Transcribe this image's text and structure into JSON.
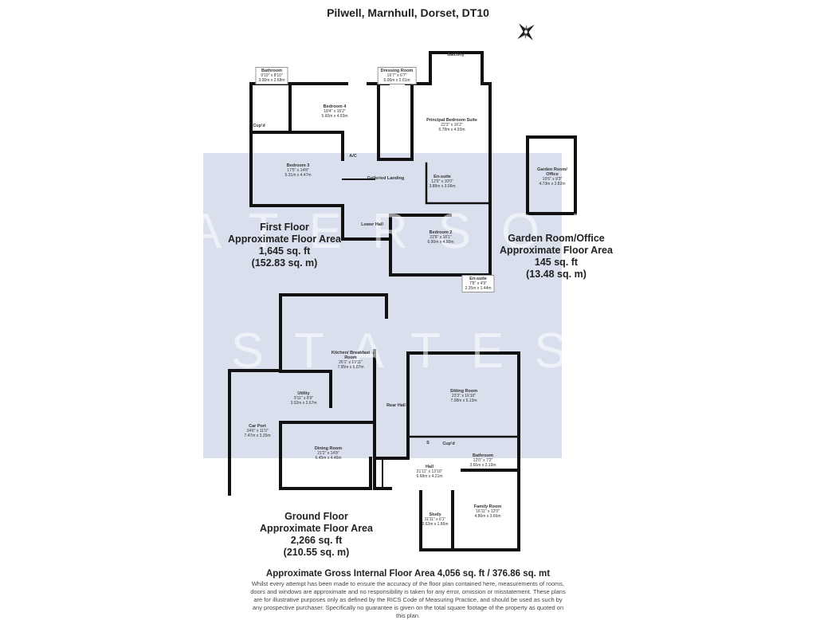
{
  "title": "Pilwell, Marnhull, Dorset, DT10",
  "watermark": {
    "line1": "PATERSON",
    "line2": "ESTATES"
  },
  "colors": {
    "overlay": "#d9dfed",
    "walls": "#111111"
  },
  "compass_icon": "compass-rose-icon",
  "rooms": [
    {
      "name": "Bathroom",
      "imperial": "9'10\" x 8'10\"",
      "metric": "3.00m x 2.68m"
    },
    {
      "name": "Dressing Room",
      "imperial": "16'7\" x 6'7\"",
      "metric": "5.06m x 2.01m"
    },
    {
      "name": "Balcony",
      "imperial": "",
      "metric": ""
    },
    {
      "name": "Bedroom 4",
      "imperial": "18'4\" x 16'2\"",
      "metric": "5.60m x 4.93m"
    },
    {
      "name": "Principal Bedroom Suite",
      "imperial": "22'3\" x 16'2\"",
      "metric": "6.78m x 4.93m"
    },
    {
      "name": "Cup'd",
      "imperial": "",
      "metric": ""
    },
    {
      "name": "Bedroom 3",
      "imperial": "17'5\" x 14'8\"",
      "metric": "5.31m x 4.47m"
    },
    {
      "name": "A/C",
      "imperial": "",
      "metric": ""
    },
    {
      "name": "Galleried Landing",
      "imperial": "",
      "metric": ""
    },
    {
      "name": "En-suite",
      "imperial": "12'9\" x 10'0\"",
      "metric": "3.88m x 3.06m"
    },
    {
      "name": "Lower Hall",
      "imperial": "",
      "metric": ""
    },
    {
      "name": "Bedroom 2",
      "imperial": "22'8\" x 16'1\"",
      "metric": "6.90m x 4.90m"
    },
    {
      "name": "En-suite",
      "imperial": "7'8\" x 4'9\"",
      "metric": "2.35m x 1.44m"
    },
    {
      "name": "Garden Room/ Office",
      "imperial": "15'6\" x 9'3\"",
      "metric": "4.73m x 2.82m"
    },
    {
      "name": "Kitchen/ Breakfast Room",
      "imperial": "26'1\" x 19'11\"",
      "metric": "7.95m x 6.07m"
    },
    {
      "name": "Utility",
      "imperial": "9'11\" x 8'9\"",
      "metric": "3.02m x 2.67m"
    },
    {
      "name": "Car Port",
      "imperial": "24'6\" x 11'0\"",
      "metric": "7.47m x 3.35m"
    },
    {
      "name": "Rear Hall",
      "imperial": "",
      "metric": ""
    },
    {
      "name": "Sitting Room",
      "imperial": "23'3\" x 16'10\"",
      "metric": "7.08m x 5.13m"
    },
    {
      "name": "S",
      "imperial": "",
      "metric": ""
    },
    {
      "name": "Cup'd",
      "imperial": "",
      "metric": ""
    },
    {
      "name": "Dining Room",
      "imperial": "21'2\" x 14'8\"",
      "metric": "6.45m x 4.46m"
    },
    {
      "name": "Hall",
      "imperial": "21'11\" x 13'10\"",
      "metric": "6.68m x 4.21m"
    },
    {
      "name": "Bathroom",
      "imperial": "12'0\" x 7'2\"",
      "metric": "3.66m x 2.19m"
    },
    {
      "name": "Study",
      "imperial": "11'11\" x 6'1\"",
      "metric": "3.62m x 1.86m"
    },
    {
      "name": "Family Room",
      "imperial": "16'11\" x 12'0\"",
      "metric": "4.86m x 3.66m"
    }
  ],
  "floor_areas": [
    {
      "floor": "First Floor",
      "label": "Approximate Floor Area",
      "sqft": "1,645 sq. ft",
      "sqm": "(152.83 sq. m)"
    },
    {
      "floor": "Garden Room/Office",
      "label": "Approximate Floor Area",
      "sqft": "145 sq. ft",
      "sqm": "(13.48 sq. m)"
    },
    {
      "floor": "Ground Floor",
      "label": "Approximate Floor Area",
      "sqft": "2,266 sq. ft",
      "sqm": "(210.55 sq. m)"
    }
  ],
  "gross_area": "Approximate Gross Internal Floor Area 4,056 sq. ft / 376.86 sq. mt",
  "disclaimer": "Whilst every attempt has been made to ensure the accuracy of the floor plan contained here, measurements of rooms, doors and windows are approximate and no responsibility is taken for any error, omission or misstatement. These plans are for illustrative purposes only as defined by the RICS Code of Measuring Practice, and should be used as such by any prospective purchaser. Specifically no guarantee is given on the total square footage of the property as quoted on this plan."
}
